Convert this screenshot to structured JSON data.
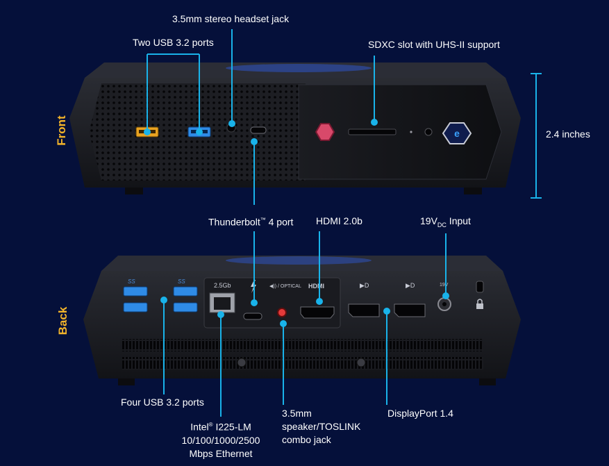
{
  "views": {
    "front": "Front",
    "back": "Back"
  },
  "height": {
    "label": "2.4 inches"
  },
  "callouts": {
    "headset_jack": "3.5mm stereo headset jack",
    "front_usb": "Two USB 3.2 ports",
    "sdxc": "SDXC slot with UHS-II support",
    "thunderbolt_a": "Thunderbolt",
    "thunderbolt_tm": "™",
    "thunderbolt_b": " 4 port",
    "hdmi": "HDMI 2.0b",
    "power_a": "19V",
    "power_sub": "DC",
    "power_b": " Input",
    "rear_usb": "Four USB 3.2 ports",
    "ethernet_l1a": "Intel",
    "ethernet_reg": "®",
    "ethernet_l1b": " I225-LM",
    "ethernet_l2": "10/100/1000/2500",
    "ethernet_l3": "Mbps Ethernet",
    "audio_l1": "3.5mm",
    "audio_l2": "speaker/TOSLINK",
    "audio_l3": "combo jack",
    "displayport": "DisplayPort 1.4"
  },
  "panel_marks": {
    "lan": "2.5Gb",
    "optical": "◀)) / OPTICAL",
    "hdmi": "HDMI",
    "dp1": "▶D",
    "dp2": "▶D",
    "dc": "19V",
    "ss1": "SS",
    "ss2": "SS"
  },
  "colors": {
    "background": "#05103a",
    "leader": "#19b3ea",
    "accent_label": "#f3b42a",
    "usb_front_yellow": "#e9a321",
    "usb_blue": "#2f8be6",
    "power_button": "#d8496a"
  },
  "icons": [
    "power-button-icon",
    "logo-badge-icon",
    "thunderbolt-icon",
    "kensington-lock-icon"
  ]
}
